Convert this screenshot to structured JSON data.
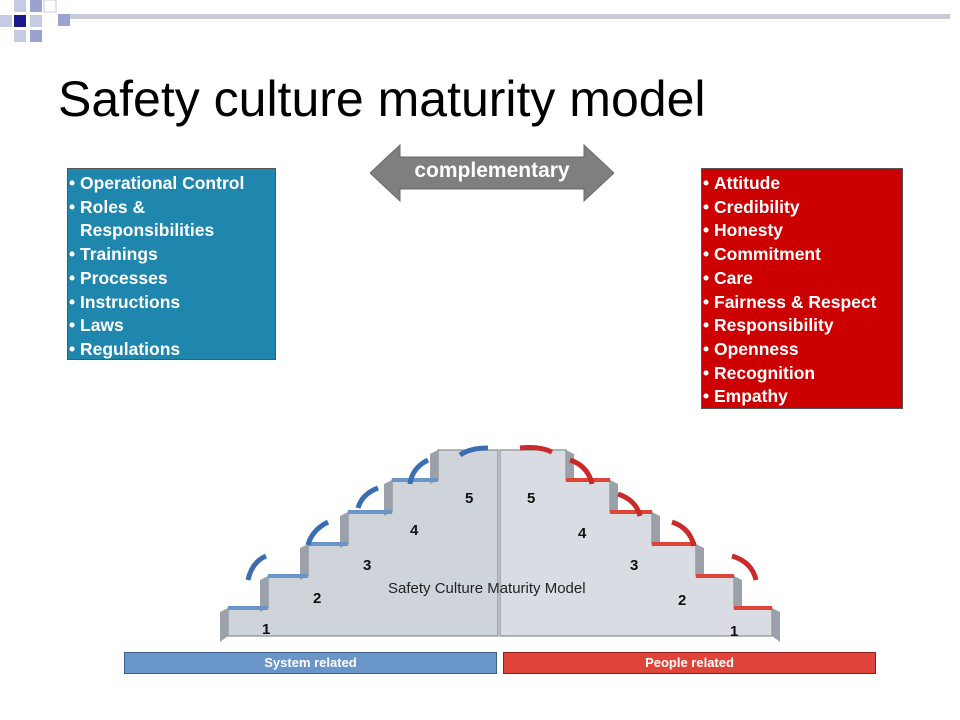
{
  "slide": {
    "title": "Safety culture maturity model"
  },
  "colors": {
    "system_box": "#1f86ad",
    "people_box": "#cc0000",
    "arrow": "#7f7f7f",
    "system_bar": "#6a95c8",
    "people_bar": "#de4437",
    "step_face": "#cfd3da"
  },
  "arrow": {
    "label": "complementary"
  },
  "system_list": {
    "items": [
      "Operational Control",
      "Roles  & Responsibilities",
      "Trainings",
      "Processes",
      "Instructions",
      "Laws",
      "Regulations"
    ]
  },
  "people_list": {
    "items": [
      "Attitude",
      "Credibility",
      "Honesty",
      "Commitment",
      "Care",
      "Fairness & Respect",
      "Responsibility",
      "Openness",
      "Recognition",
      "Empathy"
    ]
  },
  "stairs": {
    "center_label": "Safety Culture Maturity Model",
    "left_levels": [
      "1",
      "2",
      "3",
      "4",
      "5"
    ],
    "right_levels": [
      "5",
      "4",
      "3",
      "2",
      "1"
    ]
  },
  "bars": {
    "system": "System related",
    "people": "People related"
  }
}
